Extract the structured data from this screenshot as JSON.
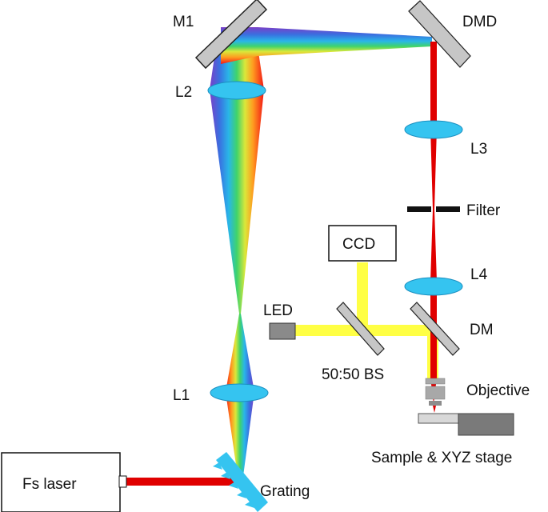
{
  "labels": {
    "m1": "M1",
    "dmd": "DMD",
    "l2": "L2",
    "l3": "L3",
    "filter": "Filter",
    "ccd": "CCD",
    "l4": "L4",
    "led": "LED",
    "dm": "DM",
    "bs": "50:50 BS",
    "objective": "Objective",
    "l1": "L1",
    "stage": "Sample & XYZ stage",
    "fs_laser": "Fs laser",
    "grating": "Grating"
  },
  "colors": {
    "laser_red": "#e00000",
    "led_yellow": "#ffff44",
    "lens_blue": "#35c4f0",
    "lens_edge": "#1a8fc0",
    "mirror_gray": "#c6c6c6",
    "grating_cyan": "#35c4f0",
    "objective_gray": "#a8a8a8",
    "stage_dark": "#7a7a7a"
  }
}
